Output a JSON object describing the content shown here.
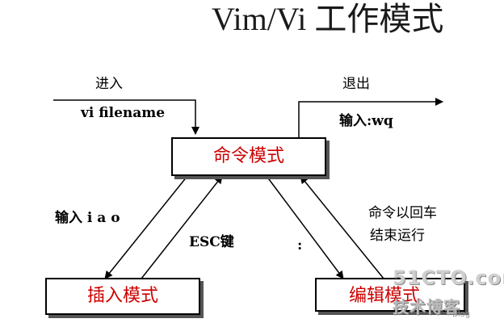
{
  "title": "Vim/Vi 工作模式",
  "modes": {
    "command": "命令模式",
    "insert": "插入模式",
    "edit": "编辑模式"
  },
  "labels": {
    "enter": "进入",
    "enter_cmd": "vi filename",
    "exit": "退出",
    "exit_cmd": "输入:wq",
    "insert_keys": "输入 i a o",
    "esc": "ESC键",
    "colon": ":",
    "finish_line1": "命令以回车",
    "finish_line2": "结束运行"
  },
  "watermark": {
    "line1": "51CTO.com",
    "line2": "技术博客",
    "line3": "Blog"
  },
  "colors": {
    "mode_text": "#cc0000",
    "box_border": "#000000",
    "box_shadow": "#555555"
  }
}
